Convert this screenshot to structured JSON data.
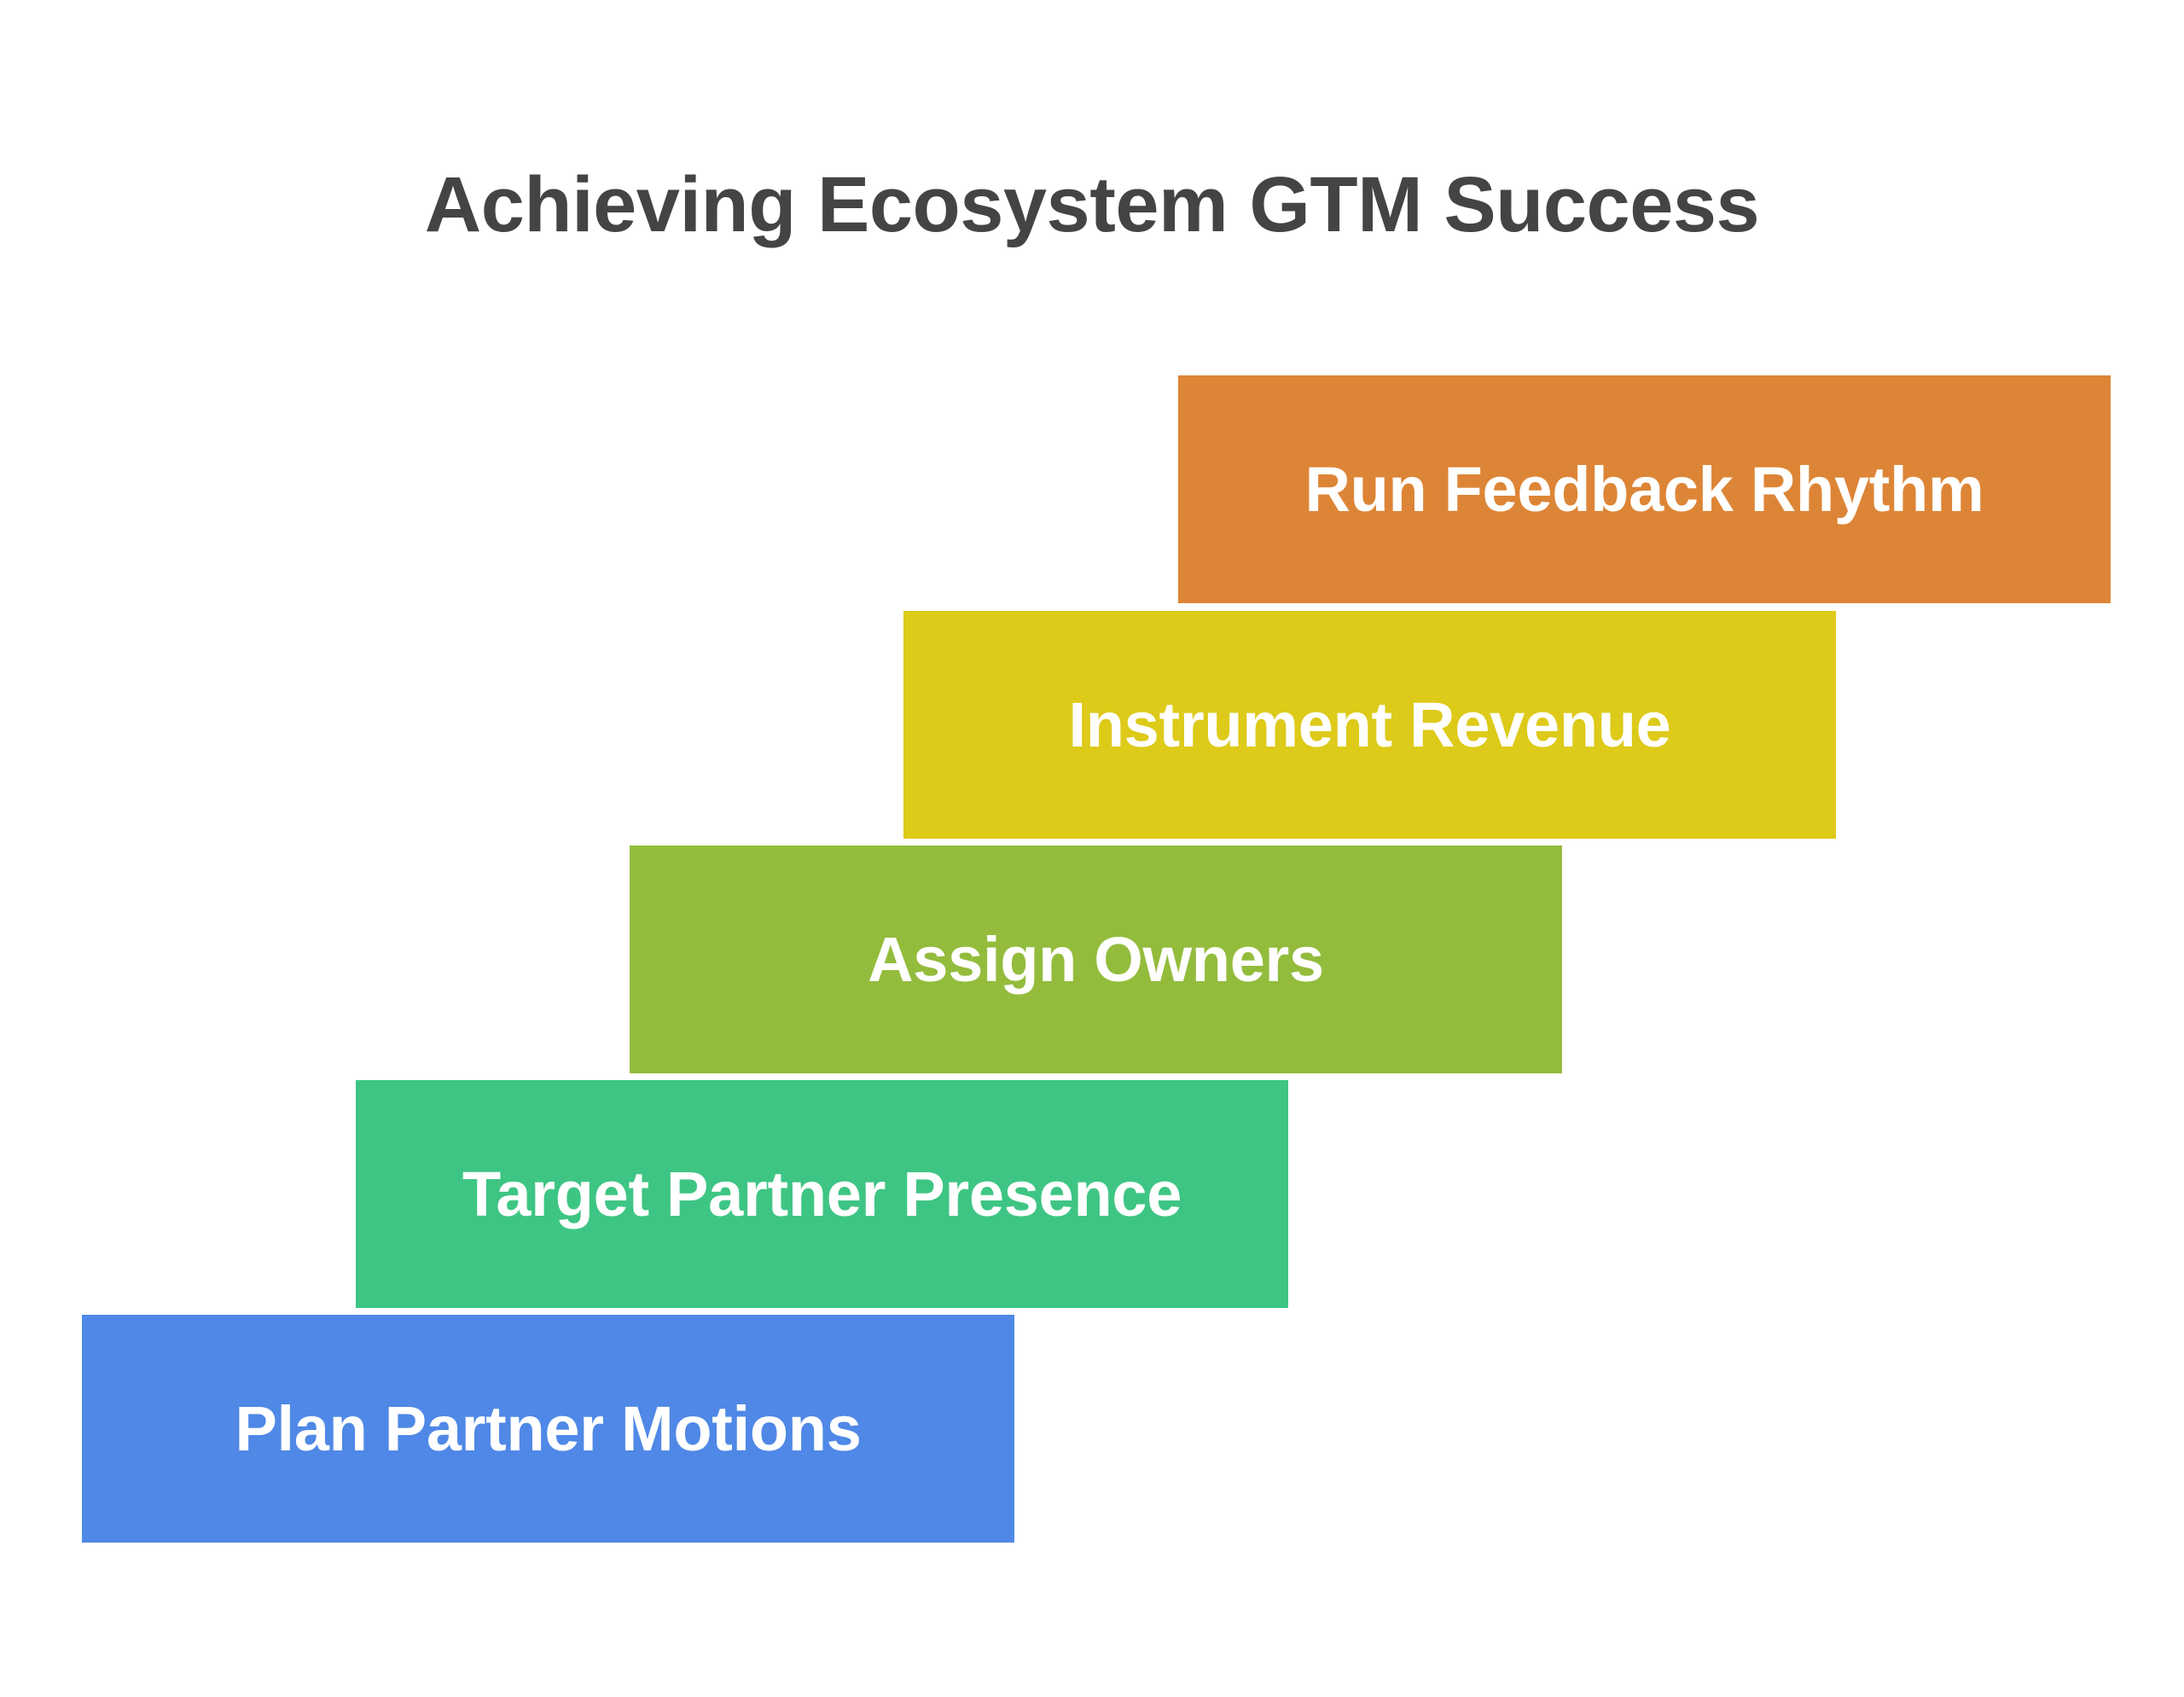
{
  "title": "Achieving Ecosystem GTM Success",
  "steps": [
    {
      "label": "Plan Partner Motions",
      "color": "#4F88E6"
    },
    {
      "label": "Target Partner Presence",
      "color": "#3EC584"
    },
    {
      "label": "Assign Owners",
      "color": "#93BC3C"
    },
    {
      "label": "Instrument Revenue",
      "color": "#DDCA19"
    },
    {
      "label": "Run Feedback Rhythm",
      "color": "#DD8536"
    }
  ]
}
